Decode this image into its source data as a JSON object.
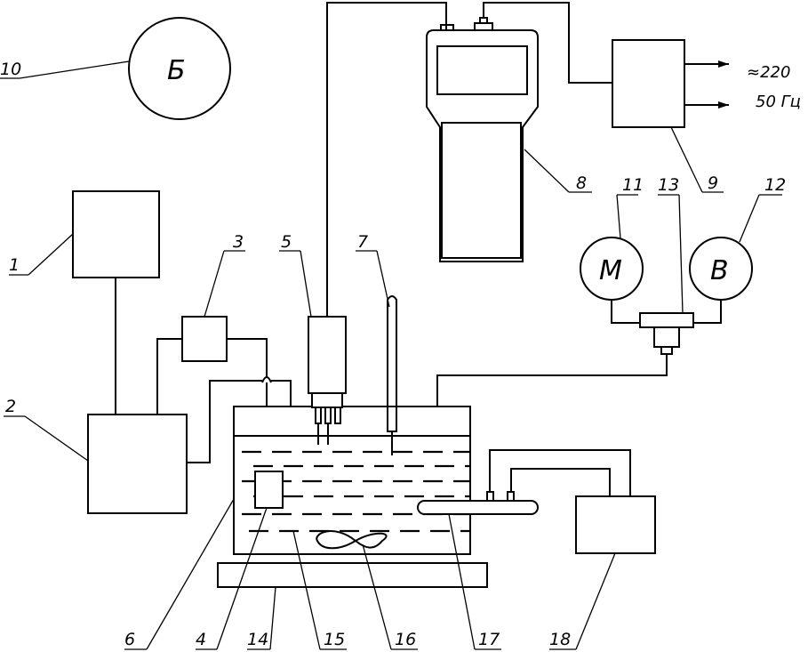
{
  "labels": {
    "l1": "1",
    "l2": "2",
    "l3": "3",
    "l4": "4",
    "l5": "5",
    "l6": "6",
    "l7": "7",
    "l8": "8",
    "l9": "9",
    "l10": "10",
    "l11": "11",
    "l12": "12",
    "l13": "13",
    "l14": "14",
    "l15": "15",
    "l16": "16",
    "l17": "17",
    "l18": "18"
  },
  "symbols": {
    "b": "Б",
    "m": "М",
    "v": "В"
  },
  "power": {
    "voltage": "≈220",
    "frequency": "50 Гц"
  }
}
